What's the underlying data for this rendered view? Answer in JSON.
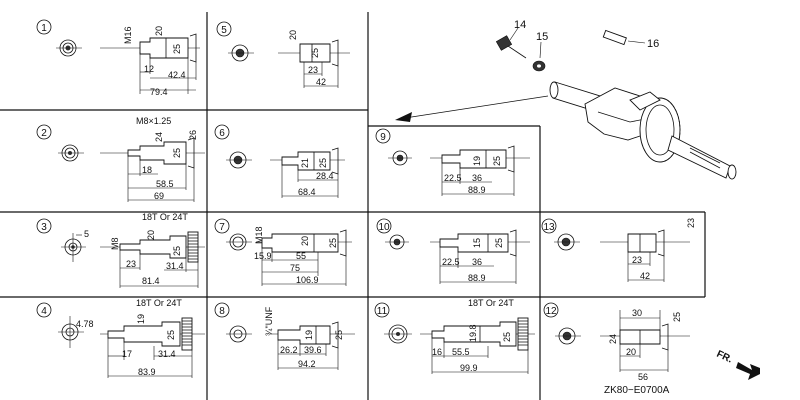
{
  "diagram": {
    "code": "ZK80−E0700A",
    "direction_label": "FR.",
    "parts": [
      {
        "no": "14"
      },
      {
        "no": "15"
      },
      {
        "no": "16"
      }
    ],
    "panels": [
      {
        "no": "1",
        "dims": [
          "M16",
          "20",
          "25",
          "12",
          "42.4",
          "79.4"
        ]
      },
      {
        "no": "2",
        "dims": [
          "M8×1.25",
          "24",
          "25",
          "26",
          "18",
          "58.5",
          "69"
        ]
      },
      {
        "no": "3",
        "dims": [
          "5",
          "M8",
          "18T Or 24T",
          "20",
          "25",
          "23",
          "81.4",
          "31.4"
        ]
      },
      {
        "no": "4",
        "dims": [
          "4.78",
          "18T Or 24T",
          "19",
          "25",
          "17",
          "31.4",
          "83.9"
        ]
      },
      {
        "no": "5",
        "dims": [
          "20",
          "25",
          "23",
          "42"
        ]
      },
      {
        "no": "6",
        "dims": [
          "21",
          "25",
          "28.4",
          "68.4"
        ]
      },
      {
        "no": "7",
        "dims": [
          "M18",
          "20",
          "25",
          "15.9",
          "55",
          "75",
          "106.9"
        ]
      },
      {
        "no": "8",
        "dims": [
          "¾\"UNF",
          "19",
          "25",
          "26.2",
          "39.6",
          "94.2"
        ]
      },
      {
        "no": "9",
        "dims": [
          "19",
          "25",
          "22.5",
          "36",
          "88.9"
        ]
      },
      {
        "no": "10",
        "dims": [
          "15",
          "25",
          "22.5",
          "36",
          "88.9"
        ]
      },
      {
        "no": "11",
        "dims": [
          "18T Or 24T",
          "19.8",
          "25",
          "16",
          "55.5",
          "99.9"
        ]
      },
      {
        "no": "12",
        "dims": [
          "30",
          "25",
          "24",
          "20",
          "56"
        ]
      },
      {
        "no": "13",
        "dims": [
          "23",
          "23",
          "42"
        ]
      }
    ]
  }
}
